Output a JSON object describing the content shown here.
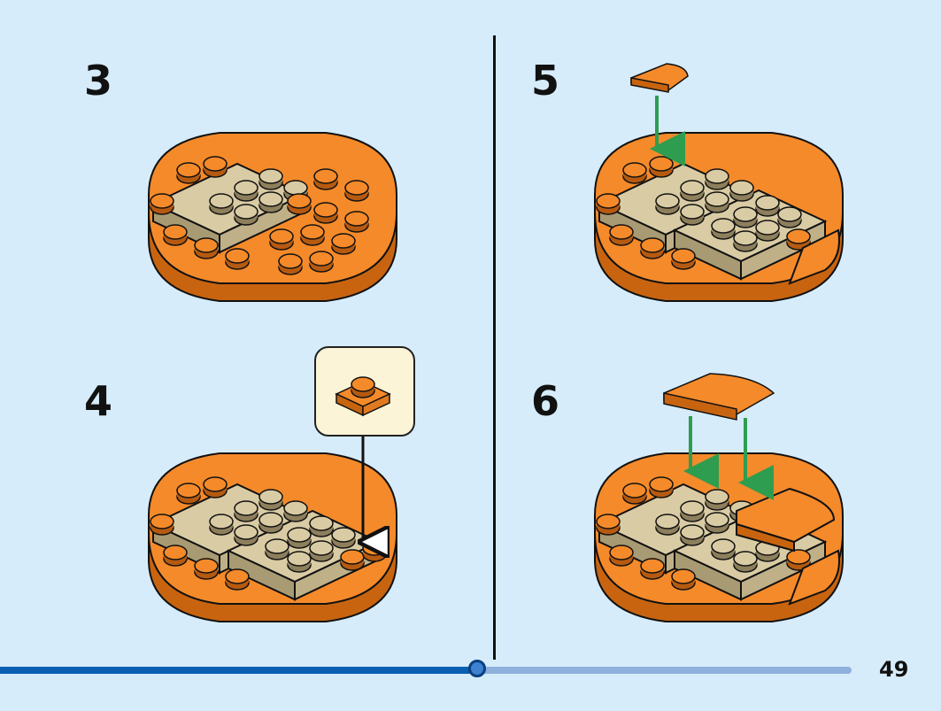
{
  "steps": [
    {
      "number": "3"
    },
    {
      "number": "4"
    },
    {
      "number": "5"
    },
    {
      "number": "6"
    }
  ],
  "footer": {
    "page_number": "49",
    "progress_fraction": 0.56
  },
  "colors": {
    "background": "#d6ecfa",
    "brick_orange": "#f58a2a",
    "brick_tan": "#d9cba4",
    "arrow_green": "#2e9d4f",
    "callout_bg": "#fbf4d6",
    "progress_fill": "#0a5fb0",
    "progress_track": "#8eb0dd"
  },
  "icons": [
    "orange-plate-1x1-icon",
    "green-arrow-icon",
    "black-arrow-icon",
    "orange-quarter-tile-icon",
    "orange-curved-slope-icon"
  ]
}
